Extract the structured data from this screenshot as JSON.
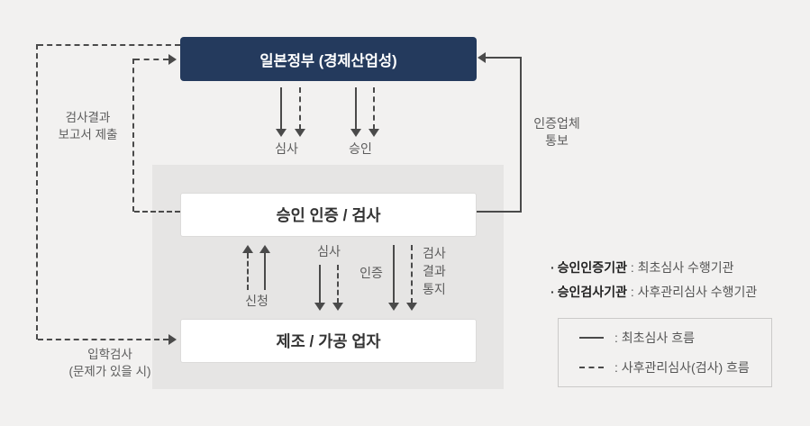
{
  "boxes": {
    "government": "일본정부 (경제산업성)",
    "certification": "승인 인증 / 검사",
    "manufacturer": "제조 / 가공 업자"
  },
  "labels": {
    "top_review": "심사",
    "top_approval": "승인",
    "apply": "신청",
    "mid_review": "심사",
    "certify": "인증",
    "result_l1": "검사",
    "result_l2": "결과",
    "result_l3": "통지",
    "report_l1": "검사결과",
    "report_l2": "보고서 제출",
    "onsite_l1": "입학검사",
    "onsite_l2": "(문제가 있을 시)",
    "notify_l1": "인증업체",
    "notify_l2": "통보"
  },
  "annotations": [
    {
      "bullet": "·",
      "term": "승인인증기관",
      "desc": " : 최초심사 수행기관"
    },
    {
      "bullet": "·",
      "term": "승인검사기관",
      "desc": " : 사후관리심사 수행기관"
    }
  ],
  "legend": {
    "items": [
      {
        "style": "solid",
        "label": ": 최초심사 흐름"
      },
      {
        "style": "dashed",
        "label": ": 사후관리심사(검사) 흐름"
      }
    ]
  },
  "colors": {
    "navy": "#243A5D",
    "panel": "#E6E5E4",
    "background": "#F2F1F0",
    "arrow": "#4A4A4A"
  }
}
